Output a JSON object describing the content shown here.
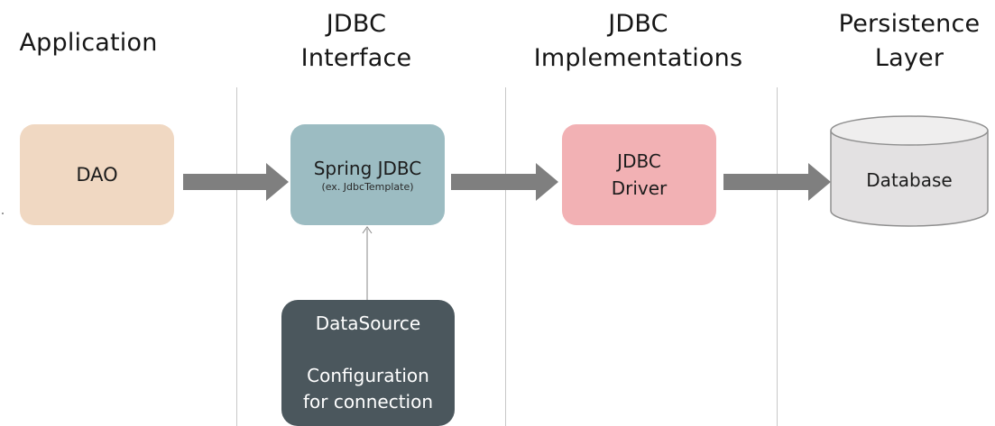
{
  "columns": [
    {
      "id": "application",
      "lines": [
        "Application"
      ]
    },
    {
      "id": "jdbc-interface",
      "lines": [
        "JDBC",
        "Interface"
      ]
    },
    {
      "id": "jdbc-implementations",
      "lines": [
        "JDBC",
        "Implementations"
      ]
    },
    {
      "id": "persistence-layer",
      "lines": [
        "Persistence",
        "Layer"
      ]
    }
  ],
  "nodes": {
    "dao": {
      "label": "DAO",
      "color": "#f0d8c2"
    },
    "spring_jdbc": {
      "label": "Spring JDBC",
      "sublabel": "(ex. JdbcTemplate)",
      "color": "#9cbcc2"
    },
    "jdbc_driver": {
      "line1": "JDBC",
      "line2": "Driver",
      "color": "#f2b1b4"
    },
    "database": {
      "label": "Database",
      "color": "#e3e1e2"
    },
    "datasource": {
      "title": "DataSource",
      "desc_line1": "Configuration",
      "desc_line2": "for connection",
      "color": "#4b575d"
    }
  },
  "edges": [
    {
      "from": "dao",
      "to": "spring_jdbc"
    },
    {
      "from": "spring_jdbc",
      "to": "jdbc_driver"
    },
    {
      "from": "jdbc_driver",
      "to": "database"
    },
    {
      "from": "datasource",
      "to": "spring_jdbc"
    }
  ],
  "colors": {
    "arrow": "#7f7f7f",
    "separator": "#c8c8c8"
  }
}
